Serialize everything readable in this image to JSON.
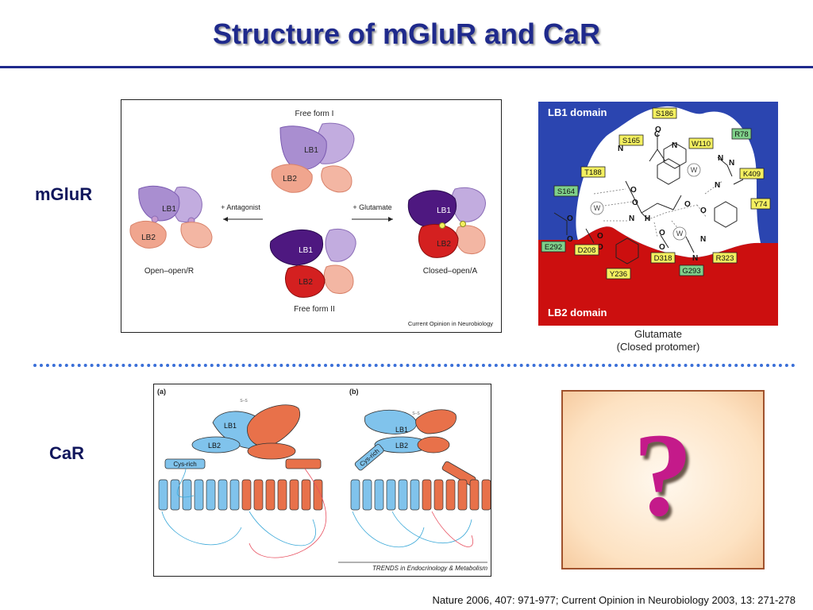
{
  "slide": {
    "title": "Structure of mGluR and CaR",
    "row1_label": "mGluR",
    "row2_label": "CaR",
    "citation": "Nature 2006, 407: 971-977; Current Opinion in Neurobiology 2003, 13: 271-278"
  },
  "fig_mglur_states": {
    "free_form_1": "Free form I",
    "free_form_2": "Free form II",
    "lb1": "LB1",
    "lb2": "LB2",
    "antagonist": "+ Antagonist",
    "glutamate": "+ Glutamate",
    "open_open": "Open–open/R",
    "closed_open": "Closed–open/A",
    "source": "Current Opinion in Neurobiology"
  },
  "fig_binding_site": {
    "lb1_domain": "LB1 domain",
    "lb2_domain": "LB2 domain",
    "caption_line1": "Glutamate",
    "caption_line2": "(Closed protomer)",
    "water": "W",
    "residues": [
      "S186",
      "S165",
      "W110",
      "R78",
      "T188",
      "K409",
      "S164",
      "Y74",
      "E292",
      "D208",
      "D318",
      "R323",
      "G293",
      "Y236"
    ]
  },
  "fig_car": {
    "panel_a": "(a)",
    "panel_b": "(b)",
    "lb1": "LB1",
    "lb2": "LB2",
    "cys_rich": "Cys-rich",
    "ss": "S–S",
    "source": "TRENDS in Endocrinology & Metabolism"
  },
  "question_box": {
    "symbol": "?"
  },
  "colors": {
    "title": "#1f2a8c",
    "lb1_purple": "#a98ed0",
    "lb1_dark_purple": "#4e1880",
    "lb2_salmon": "#f0a58e",
    "lb2_red": "#d42020",
    "domain_blue": "#2b45b0",
    "domain_red": "#cc0f0f",
    "car_blue": "#80c3ec",
    "car_orange": "#e8714a",
    "question_magenta": "#c41a8a"
  }
}
